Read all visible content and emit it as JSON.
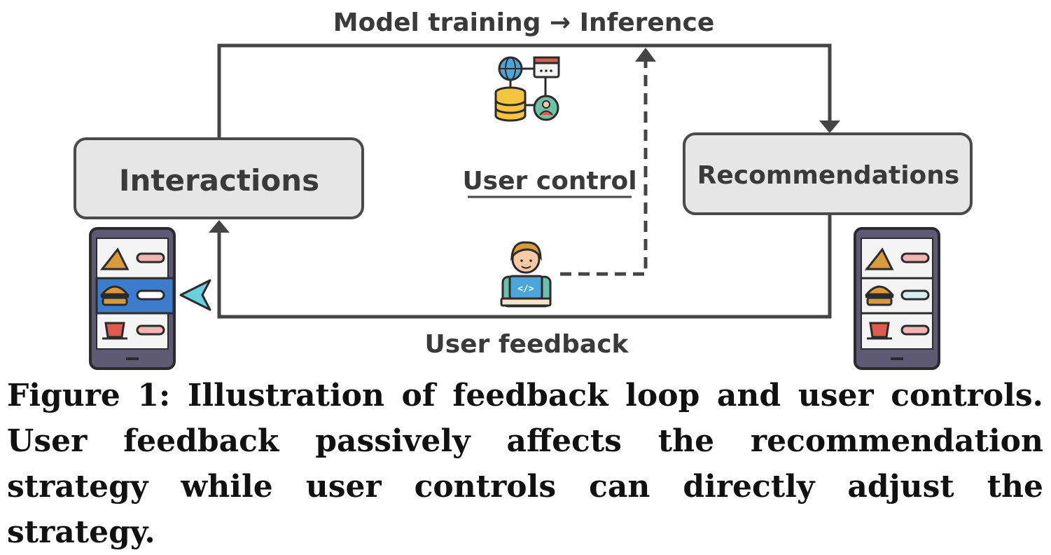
{
  "diagram": {
    "top_label": "Model training → Inference",
    "left_box": "Interactions",
    "right_box": "Recommendations",
    "middle_label": "User control",
    "bottom_label": "User feedback"
  },
  "caption": "Figure 1: Illustration of feedback loop and user controls. User feedback passively affects the recommendation strategy while user controls can directly adjust the strategy.",
  "colors": {
    "line": "#444444",
    "box_fill": "#e6e6e6",
    "box_stroke": "#4a4a4a",
    "highlight": "#3b7ccc",
    "pointer": "#6ad0e0"
  },
  "icons": {
    "system": "database-network-icon",
    "user": "developer-user-icon",
    "phone_left": "phone-feed-icon",
    "phone_right": "phone-feed-icon",
    "pointer": "selection-arrow-icon"
  }
}
